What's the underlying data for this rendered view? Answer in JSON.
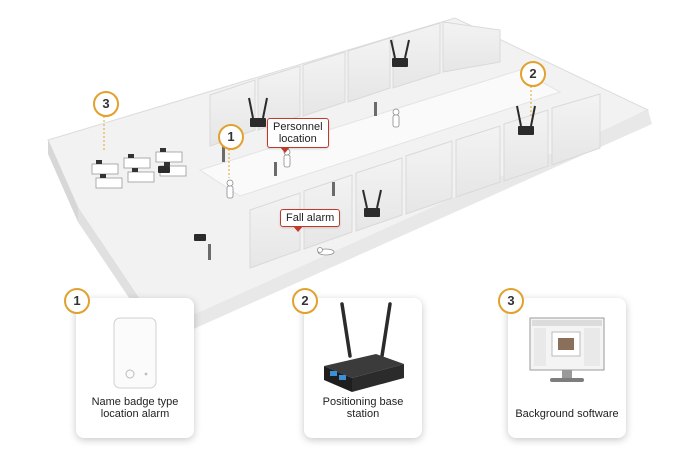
{
  "callouts": {
    "personnel_location": "Personnel\nlocation",
    "fall_alarm": "Fall alarm"
  },
  "markers": {
    "one": "1",
    "two": "2",
    "three": "3"
  },
  "cards": [
    {
      "number": "1",
      "label": "Name badge type location alarm"
    },
    {
      "number": "2",
      "label": "Positioning base station"
    },
    {
      "number": "3",
      "label": "Background software"
    }
  ],
  "colors": {
    "marker_ring": "#e2a12c",
    "callout_border": "#c0392b",
    "router_body": "#2b2b2b",
    "router_port": "#3a8fd6"
  }
}
